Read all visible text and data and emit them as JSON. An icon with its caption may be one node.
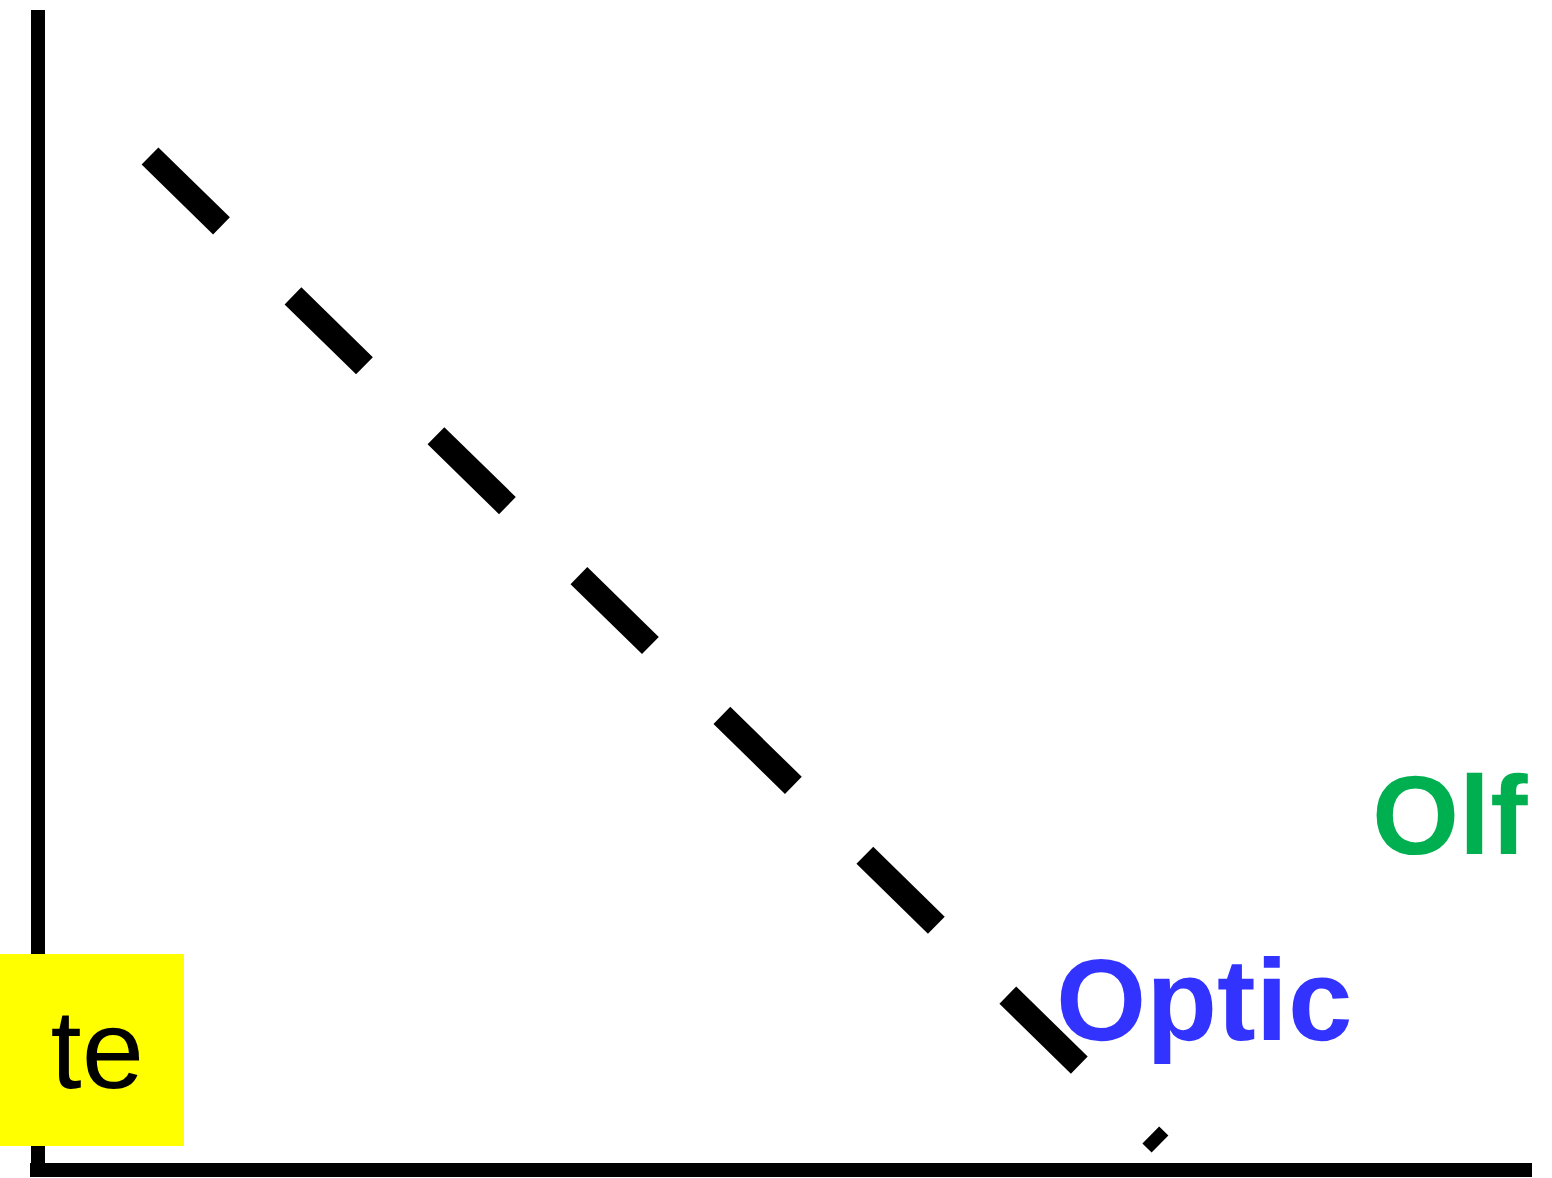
{
  "diagram": {
    "nodes": [
      {
        "text": [
          "te"
        ]
      }
    ],
    "labels": [
      "Olf",
      "Optic"
    ]
  }
}
